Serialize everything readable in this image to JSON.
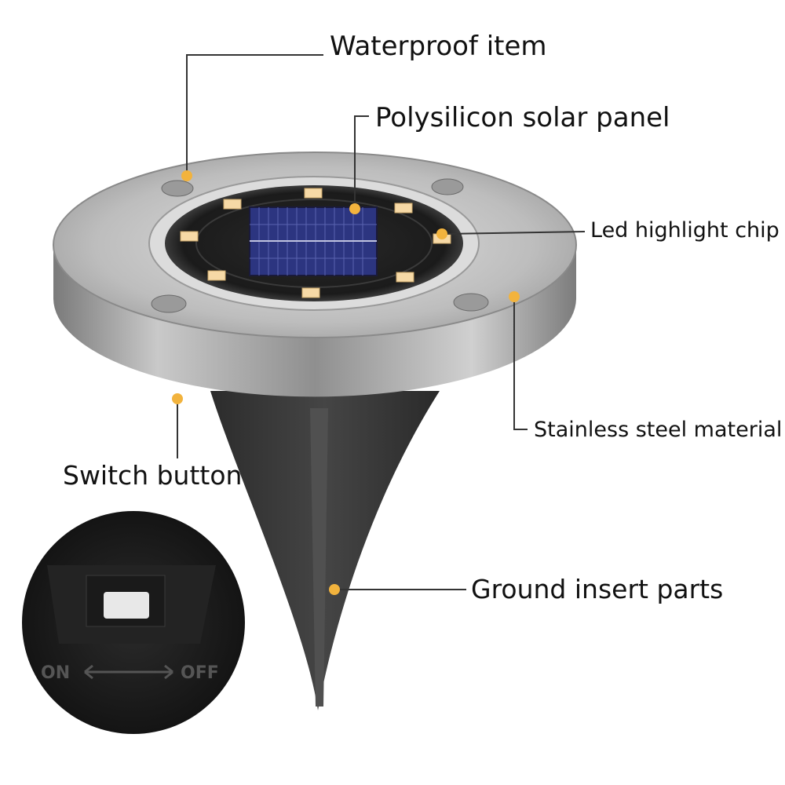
{
  "labels": {
    "waterproof": "Waterproof item",
    "solar_panel": "Polysilicon solar panel",
    "led_chip": "Led highlight chip",
    "steel": "Stainless steel material",
    "switch_button": "Switch button",
    "ground_insert": "Ground insert parts"
  },
  "switch_inset": {
    "on_text": "ON",
    "off_text": "OFF"
  },
  "colors": {
    "callout_dot": "#F2B33D",
    "callout_line": "#333333",
    "led": "#F6D9A6",
    "steel": "#B8B8B8",
    "stake": "#3A3A3A",
    "solar_cell": "#2C3580"
  }
}
